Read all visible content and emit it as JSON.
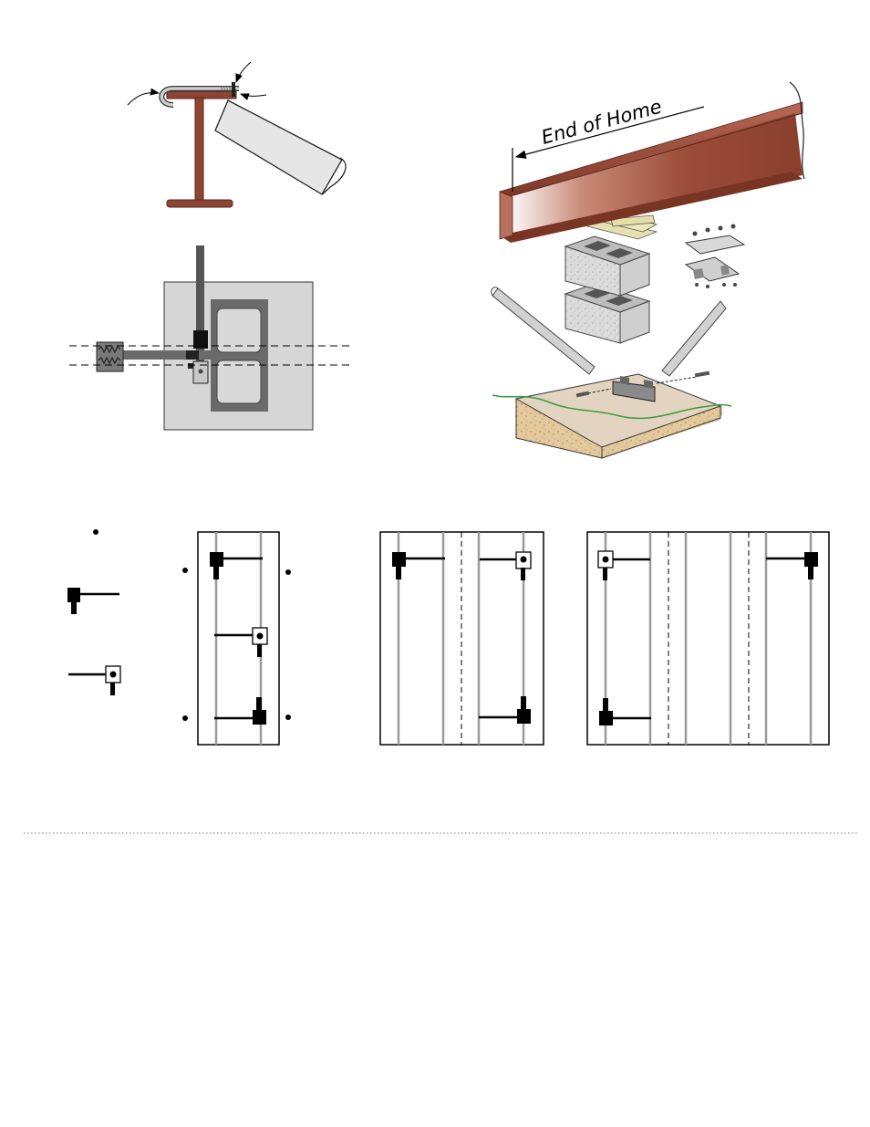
{
  "callout": {
    "end_of_home": "End of Home"
  },
  "legend": {
    "symbols": [
      "ground-anchor-icon",
      "longitudinal-device-icon",
      "stabilizer-plate-icon"
    ]
  },
  "figures": {
    "clamp_detail": [
      "i-beam",
      "j-hook-bolt",
      "strap"
    ],
    "plan_view": [
      "concrete-pad",
      "cmu-block",
      "steel-strap",
      "threaded-anchor-head"
    ],
    "pier_exploded": [
      "i-beam",
      "shims",
      "cmu-blocks",
      "braces",
      "bracket-hardware",
      "footing-pad"
    ],
    "layout_single": {
      "rails": 2,
      "anchors": 4,
      "devices": 3
    },
    "layout_double": {
      "rails": 4,
      "devices": 3
    },
    "layout_triple": {
      "rails": 6,
      "devices": 3
    }
  },
  "colors": {
    "beam": "#8e4433",
    "strap_fill": "#e6e6e6",
    "pad": "#d6d6d6",
    "block": "#6a6a6a",
    "rail": "#9a9a9a",
    "grass": "#3e9a3e",
    "soil": "#e2c89c",
    "footing_top": "#e2d4c0"
  }
}
